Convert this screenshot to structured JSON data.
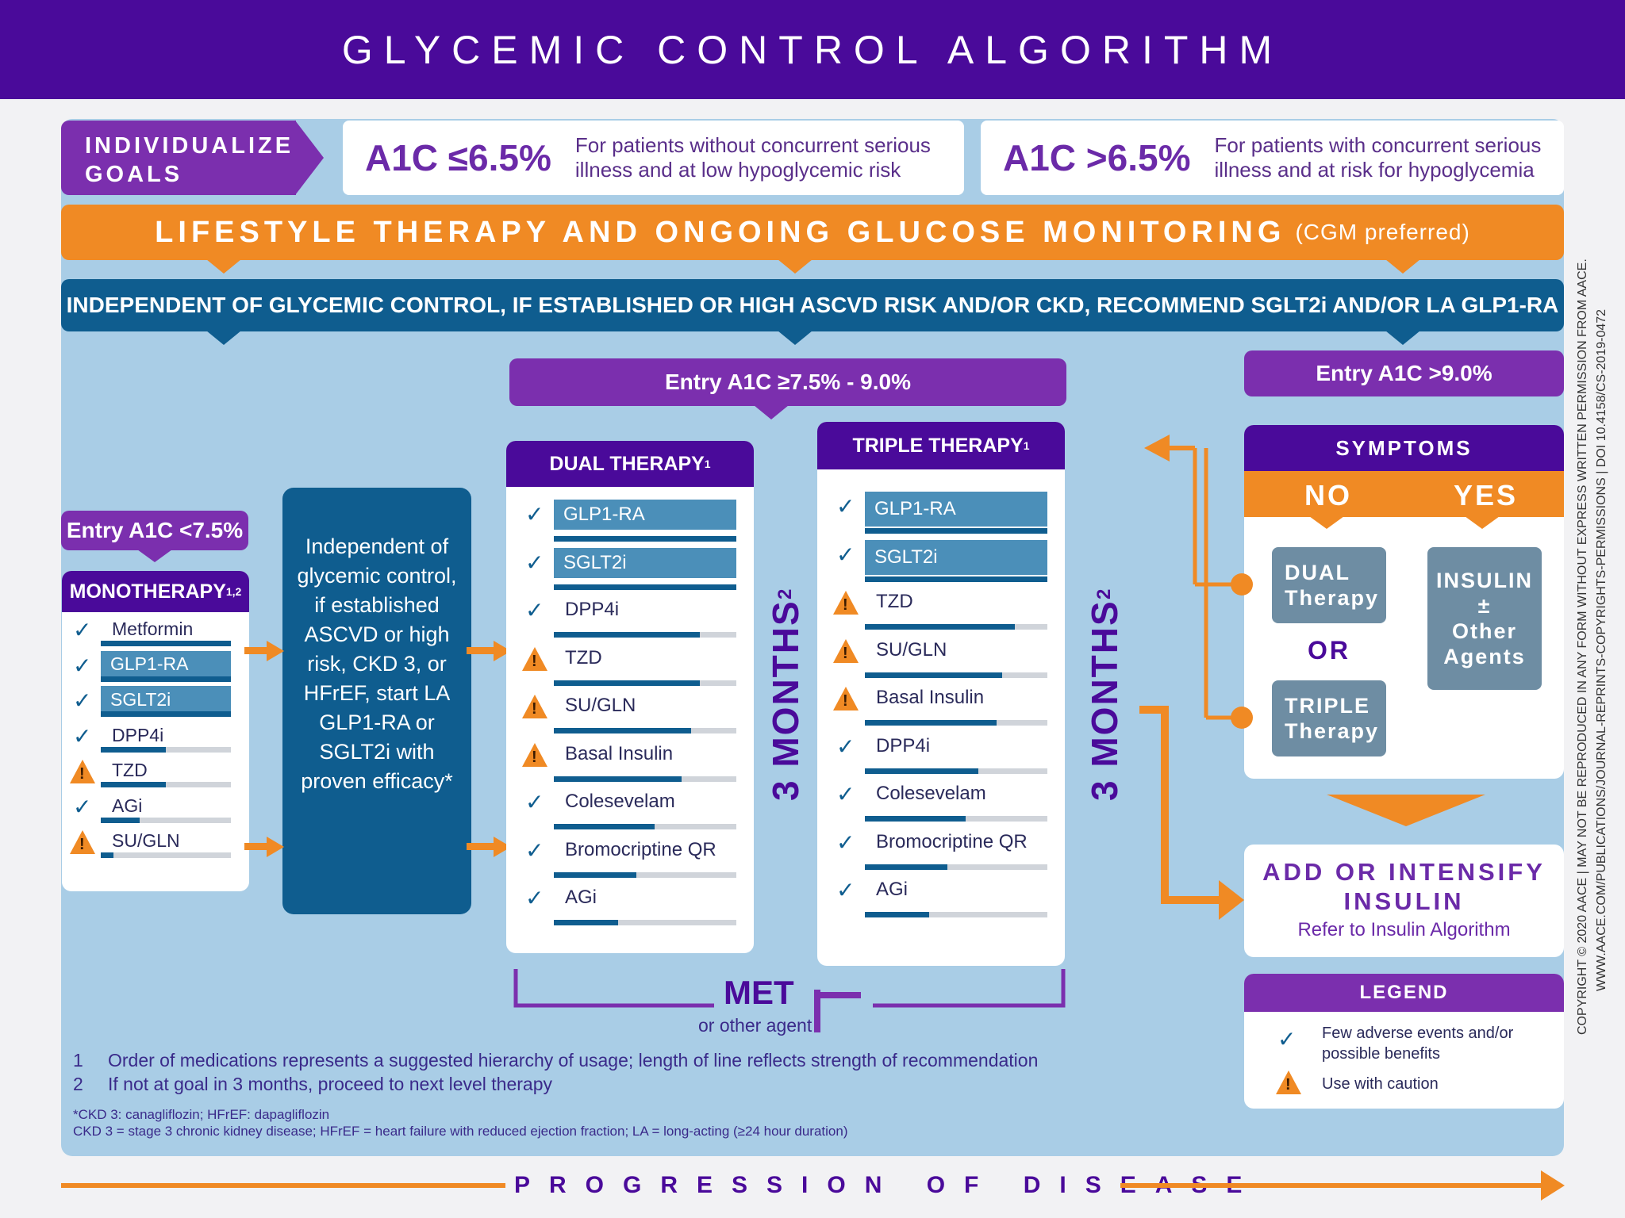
{
  "header": {
    "title": "GLYCEMIC CONTROL ALGORITHM"
  },
  "goals": {
    "label_line1": "INDIVIDUALIZE",
    "label_line2": "GOALS",
    "low": {
      "value": "A1C ≤6.5%",
      "desc_line1": "For patients without concurrent serious",
      "desc_line2": "illness and at low hypoglycemic risk"
    },
    "high": {
      "value": "A1C >6.5%",
      "desc_line1": "For patients with concurrent serious",
      "desc_line2": "illness and at risk for hypoglycemia"
    }
  },
  "lifestyle": {
    "title": "LIFESTYLE THERAPY AND ONGOING GLUCOSE MONITORING",
    "note": "(CGM preferred)"
  },
  "independent": {
    "text": "INDEPENDENT OF GLYCEMIC CONTROL, IF ESTABLISHED OR HIGH ASCVD RISK AND/OR CKD, RECOMMEND SGLT2i AND/OR LA GLP1-RA"
  },
  "entries": {
    "low": "Entry A1C <7.5%",
    "mid": "Entry A1C ≥7.5% - 9.0%",
    "high": "Entry A1C >9.0%"
  },
  "monotherapy": {
    "title": "MONOTHERAPY",
    "sup": "1,2",
    "drugs": [
      {
        "name": "Metformin",
        "icon": "check",
        "highlight": false,
        "strength": 1.0
      },
      {
        "name": "GLP1-RA",
        "icon": "check",
        "highlight": true,
        "strength": 1.0
      },
      {
        "name": "SGLT2i",
        "icon": "check",
        "highlight": true,
        "strength": 1.0
      },
      {
        "name": "DPP4i",
        "icon": "check",
        "highlight": false,
        "strength": 0.5
      },
      {
        "name": "TZD",
        "icon": "warning",
        "highlight": false,
        "strength": 0.5
      },
      {
        "name": "AGi",
        "icon": "check",
        "highlight": false,
        "strength": 0.3
      },
      {
        "name": "SU/GLN",
        "icon": "warning",
        "highlight": false,
        "strength": 0.1
      }
    ]
  },
  "indep_box": {
    "text": "Independent of glycemic control, if established ASCVD or high risk, CKD 3, or HFrEF, start LA GLP1-RA or SGLT2i with proven efficacy*"
  },
  "dual": {
    "title": "DUAL THERAPY",
    "sup": "1",
    "drugs": [
      {
        "name": "GLP1-RA",
        "icon": "check",
        "highlight": true,
        "strength": 1.0
      },
      {
        "name": "SGLT2i",
        "icon": "check",
        "highlight": true,
        "strength": 1.0
      },
      {
        "name": "DPP4i",
        "icon": "check",
        "highlight": false,
        "strength": 0.8
      },
      {
        "name": "TZD",
        "icon": "warning",
        "highlight": false,
        "strength": 0.8
      },
      {
        "name": "SU/GLN",
        "icon": "warning",
        "highlight": false,
        "strength": 0.75
      },
      {
        "name": "Basal Insulin",
        "icon": "warning",
        "highlight": false,
        "strength": 0.7
      },
      {
        "name": "Colesevelam",
        "icon": "check",
        "highlight": false,
        "strength": 0.55
      },
      {
        "name": "Bromocriptine QR",
        "icon": "check",
        "highlight": false,
        "strength": 0.45
      },
      {
        "name": "AGi",
        "icon": "check",
        "highlight": false,
        "strength": 0.35
      }
    ]
  },
  "triple": {
    "title": "TRIPLE THERAPY",
    "sup": "1",
    "drugs": [
      {
        "name": "GLP1-RA",
        "icon": "check",
        "highlight": true,
        "strength": 1.0
      },
      {
        "name": "SGLT2i",
        "icon": "check",
        "highlight": true,
        "strength": 1.0
      },
      {
        "name": "TZD",
        "icon": "warning",
        "highlight": false,
        "strength": 0.82
      },
      {
        "name": "SU/GLN",
        "icon": "warning",
        "highlight": false,
        "strength": 0.75
      },
      {
        "name": "Basal Insulin",
        "icon": "warning",
        "highlight": false,
        "strength": 0.72
      },
      {
        "name": "DPP4i",
        "icon": "check",
        "highlight": false,
        "strength": 0.62
      },
      {
        "name": "Colesevelam",
        "icon": "check",
        "highlight": false,
        "strength": 0.55
      },
      {
        "name": "Bromocriptine QR",
        "icon": "check",
        "highlight": false,
        "strength": 0.45
      },
      {
        "name": "AGi",
        "icon": "check",
        "highlight": false,
        "strength": 0.35
      }
    ]
  },
  "months": {
    "label": "3 MONTHS",
    "sup": "2"
  },
  "symptoms": {
    "title": "SYMPTOMS",
    "no": "NO",
    "yes": "YES",
    "dual_line1": "DUAL",
    "dual_line2": "Therapy",
    "or": "OR",
    "triple_line1": "TRIPLE",
    "triple_line2": "Therapy",
    "insulin_line1": "INSULIN",
    "insulin_line2": "±",
    "insulin_line3": "Other",
    "insulin_line4": "Agents"
  },
  "intensify": {
    "title_line1": "ADD OR INTENSIFY",
    "title_line2": "INSULIN",
    "sub": "Refer to Insulin Algorithm"
  },
  "legend": {
    "title": "LEGEND",
    "check_line1": "Few adverse events and/or",
    "check_line2": "possible benefits",
    "warn": "Use with caution"
  },
  "met": {
    "label": "MET",
    "plus": "+",
    "sub": "or other agent"
  },
  "footnotes": {
    "n1": "1",
    "t1": "Order of medications represents a suggested hierarchy of usage; length of line reflects strength of recommendation",
    "n2": "2",
    "t2": "If not at goal in 3 months, proceed to next level therapy",
    "star": "*CKD 3: canagliflozin; HFrEF: dapagliflozin",
    "abbr": "CKD 3 = stage 3 chronic kidney disease; HFrEF = heart failure with reduced ejection fraction; LA = long-acting (≥24 hour duration)"
  },
  "progression": {
    "label": "PROGRESSION OF DISEASE"
  },
  "copyright": {
    "line1": "COPYRIGHT © 2020 AACE | MAY NOT BE REPRODUCED IN ANY FORM WITHOUT EXPRESS WRITTEN PERMISSION FROM AACE.",
    "line2": "WWW.AACE.COM/PUBLICATIONS/JOURNAL-REPRINTS-COPYRIGHTS-PERMISSIONS | DOI 10.4158/CS-2019-0472"
  },
  "colors": {
    "purple_dark": "#4a0a9a",
    "purple": "#7b2fae",
    "orange": "#f08a24",
    "blue": "#0f5d8f",
    "panel": "#a9cde6"
  }
}
